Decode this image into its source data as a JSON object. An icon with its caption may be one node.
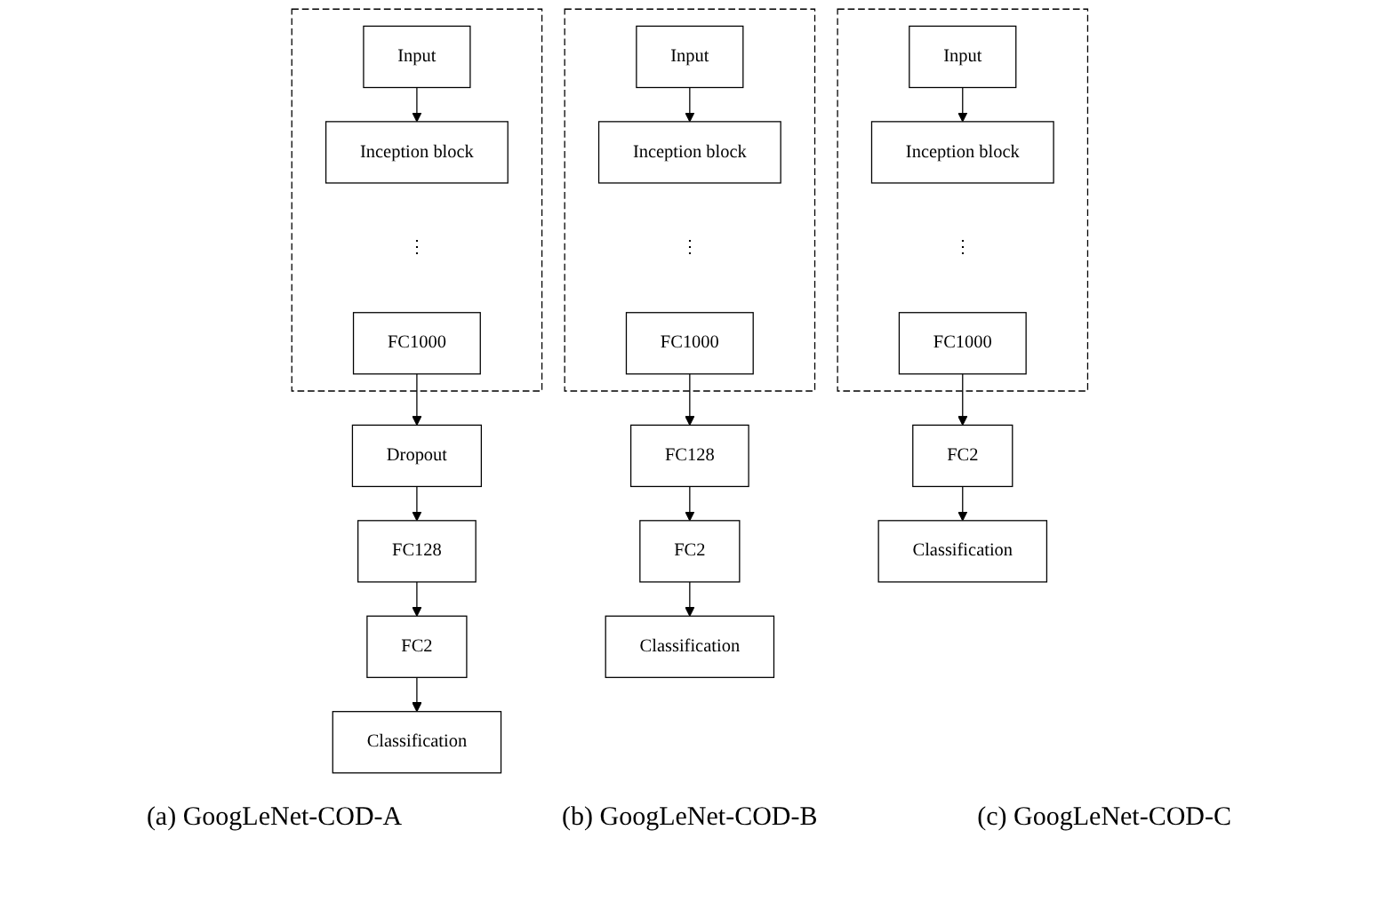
{
  "diagram": {
    "nodes": [
      {
        "text": [],
        "shape": "box"
      },
      {
        "text": [
          "Input"
        ],
        "in": 0
      },
      {
        "text": [
          "Inception block"
        ],
        "in": 0
      },
      {
        "text": [
          "⋮"
        ],
        "in": 0
      },
      {
        "text": [
          "FC1000"
        ],
        "in": 0
      },
      {
        "text": [
          "Dropout"
        ]
      },
      {
        "text": [
          "FC128"
        ]
      },
      {
        "text": [
          "FC2"
        ]
      },
      {
        "text": [
          "Classification"
        ]
      },
      {
        "text": [],
        "shape": "box"
      },
      {
        "text": [
          "Input"
        ],
        "in": 9
      },
      {
        "text": [
          "Inception block"
        ],
        "in": 9
      },
      {
        "text": [
          "⋮"
        ],
        "in": 9
      },
      {
        "text": [
          "FC1000"
        ],
        "in": 9
      },
      {
        "text": [
          "FC128"
        ]
      },
      {
        "text": [
          "FC2"
        ]
      },
      {
        "text": [
          "Classification"
        ]
      },
      {
        "text": [],
        "shape": "box"
      },
      {
        "text": [
          "Input"
        ],
        "in": 17
      },
      {
        "text": [
          "Inception block"
        ],
        "in": 17
      },
      {
        "text": [
          "⋮"
        ],
        "in": 17
      },
      {
        "text": [
          "FC1000"
        ],
        "in": 17
      },
      {
        "text": [
          "FC2"
        ]
      },
      {
        "text": [
          "Classification"
        ]
      }
    ],
    "edges": [
      {
        "from": 1,
        "to": 2,
        "arrow": "to"
      },
      {
        "from": 4,
        "to": 5,
        "arrow": "to"
      },
      {
        "from": 5,
        "to": 6,
        "arrow": "to"
      },
      {
        "from": 6,
        "to": 7,
        "arrow": "to"
      },
      {
        "from": 7,
        "to": 8,
        "arrow": "to"
      },
      {
        "from": 10,
        "to": 11,
        "arrow": "to"
      },
      {
        "from": 13,
        "to": 14,
        "arrow": "to"
      },
      {
        "from": 14,
        "to": 15,
        "arrow": "to"
      },
      {
        "from": 15,
        "to": 16,
        "arrow": "to"
      },
      {
        "from": 18,
        "to": 19,
        "arrow": "to"
      },
      {
        "from": 21,
        "to": 22,
        "arrow": "to"
      },
      {
        "from": 22,
        "to": 23,
        "arrow": "to"
      }
    ],
    "labels": [
      "(a) GoogLeNet-COD-A",
      "(b) GoogLeNet-COD-B",
      "(c) GoogLeNet-COD-C"
    ]
  }
}
